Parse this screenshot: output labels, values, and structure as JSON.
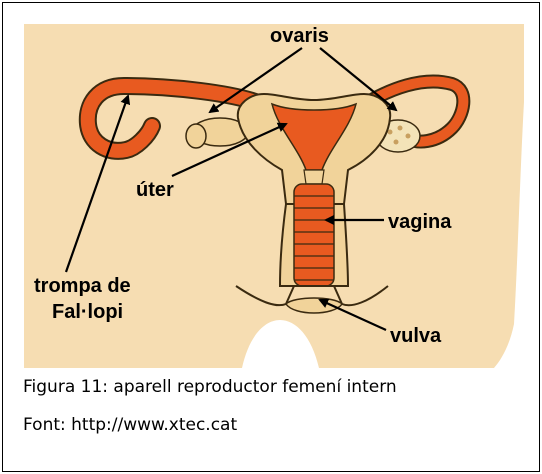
{
  "figure": {
    "labels": {
      "ovaries": "ovaris",
      "uterus": "úter",
      "vagina": "vagina",
      "fallopian_line1": "trompa de",
      "fallopian_line2": "Fal·lopi",
      "vulva": "vulva"
    },
    "colors": {
      "skin": "#f6ddb2",
      "organ": "#e85a20",
      "tissue": "#f1d39a",
      "outline": "#3a2a10",
      "ovary": "#f3e3b8"
    }
  },
  "caption": {
    "line1": "Figura 11: aparell reproductor femení intern",
    "line2": "Font: http://www.xtec.cat"
  }
}
